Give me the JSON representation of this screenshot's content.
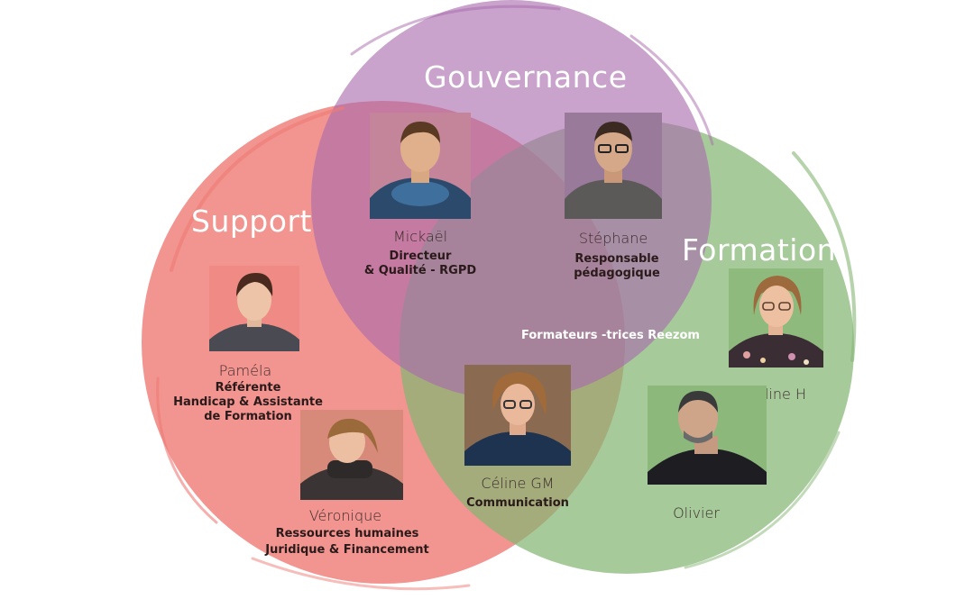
{
  "circles": {
    "gouvernance": {
      "title": "Gouvernance",
      "color": "#b07ab8"
    },
    "support": {
      "title": "Support",
      "color": "#ef7c76"
    },
    "formation": {
      "title": "Formation",
      "color": "#88b878"
    }
  },
  "note": "Formateurs -trices Reezom",
  "people": {
    "mickael": {
      "name": "Mickaël",
      "role_line1": "Directeur",
      "role_line2": "& Qualité - RGPD"
    },
    "stephane": {
      "name": "Stéphane",
      "role_line1": "Responsable",
      "role_line2": "pédagogique"
    },
    "pamela": {
      "name": "Paméla",
      "role_line1": "Référente",
      "role_line2": "Handicap & Assistante",
      "role_line3": "de Formation"
    },
    "veronique": {
      "name": "Véronique",
      "role_line1": "Ressources humaines",
      "role_line2": "Juridique & Financement"
    },
    "celine_gm": {
      "name": "Céline GM",
      "role_line1": "Communication"
    },
    "celine_h": {
      "name": "Céline H"
    },
    "olivier": {
      "name": "Olivier"
    }
  }
}
